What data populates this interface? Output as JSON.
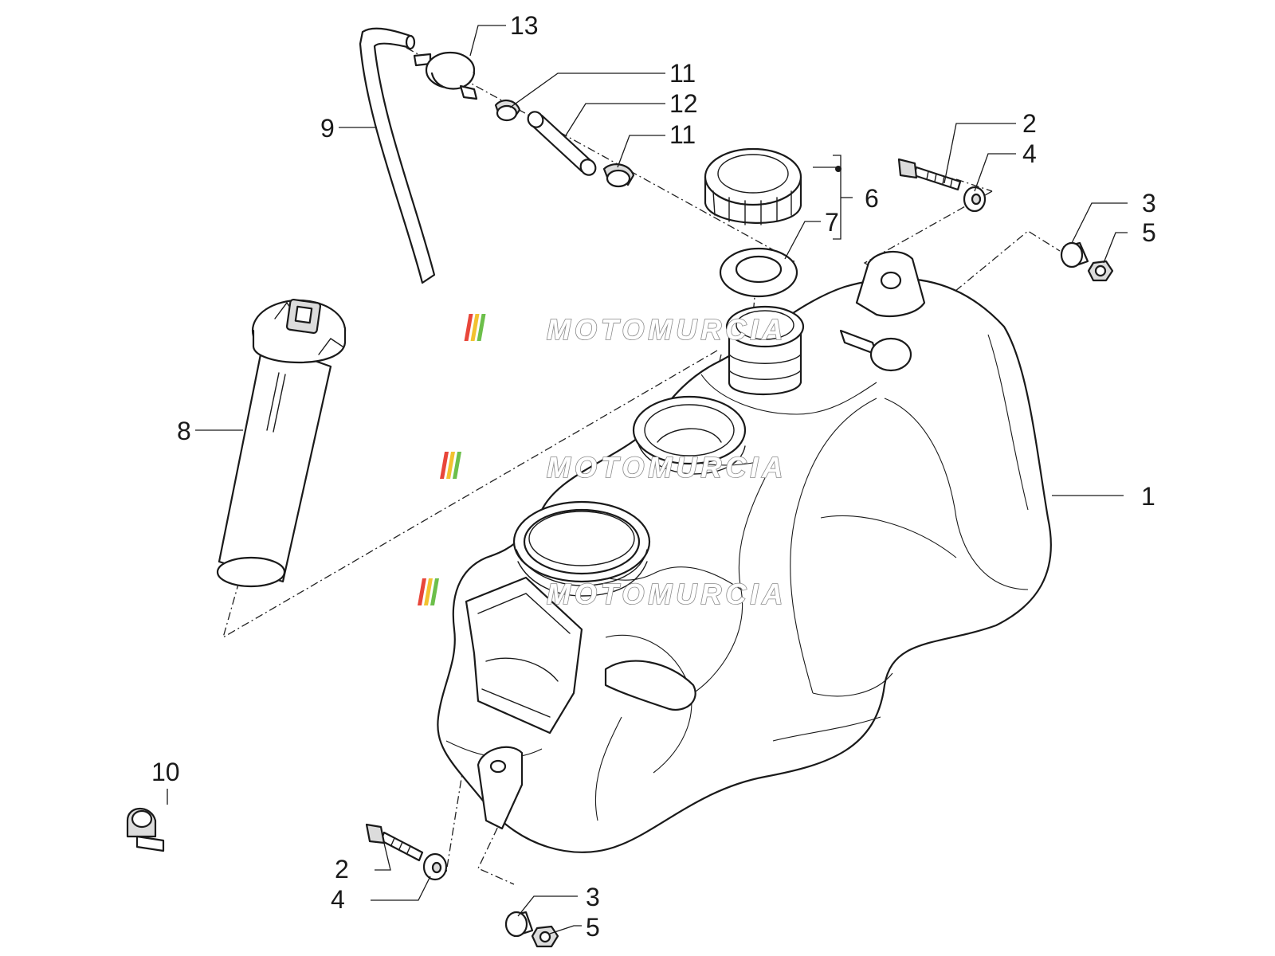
{
  "watermark": {
    "text": "MOTOMURCIA",
    "stripe_colors": [
      "#e8463a",
      "#f2c230",
      "#6cbf4a"
    ]
  },
  "callouts": [
    {
      "id": "c1",
      "label": "1"
    },
    {
      "id": "c2a",
      "label": "2"
    },
    {
      "id": "c2b",
      "label": "2"
    },
    {
      "id": "c3a",
      "label": "3"
    },
    {
      "id": "c3b",
      "label": "3"
    },
    {
      "id": "c4a",
      "label": "4"
    },
    {
      "id": "c4b",
      "label": "4"
    },
    {
      "id": "c5a",
      "label": "5"
    },
    {
      "id": "c5b",
      "label": "5"
    },
    {
      "id": "c6",
      "label": "6"
    },
    {
      "id": "c7",
      "label": "7"
    },
    {
      "id": "c8",
      "label": "8"
    },
    {
      "id": "c9",
      "label": "9"
    },
    {
      "id": "c10",
      "label": "10"
    },
    {
      "id": "c11a",
      "label": "11"
    },
    {
      "id": "c11b",
      "label": "11"
    },
    {
      "id": "c12",
      "label": "12"
    },
    {
      "id": "c13",
      "label": "13"
    }
  ]
}
